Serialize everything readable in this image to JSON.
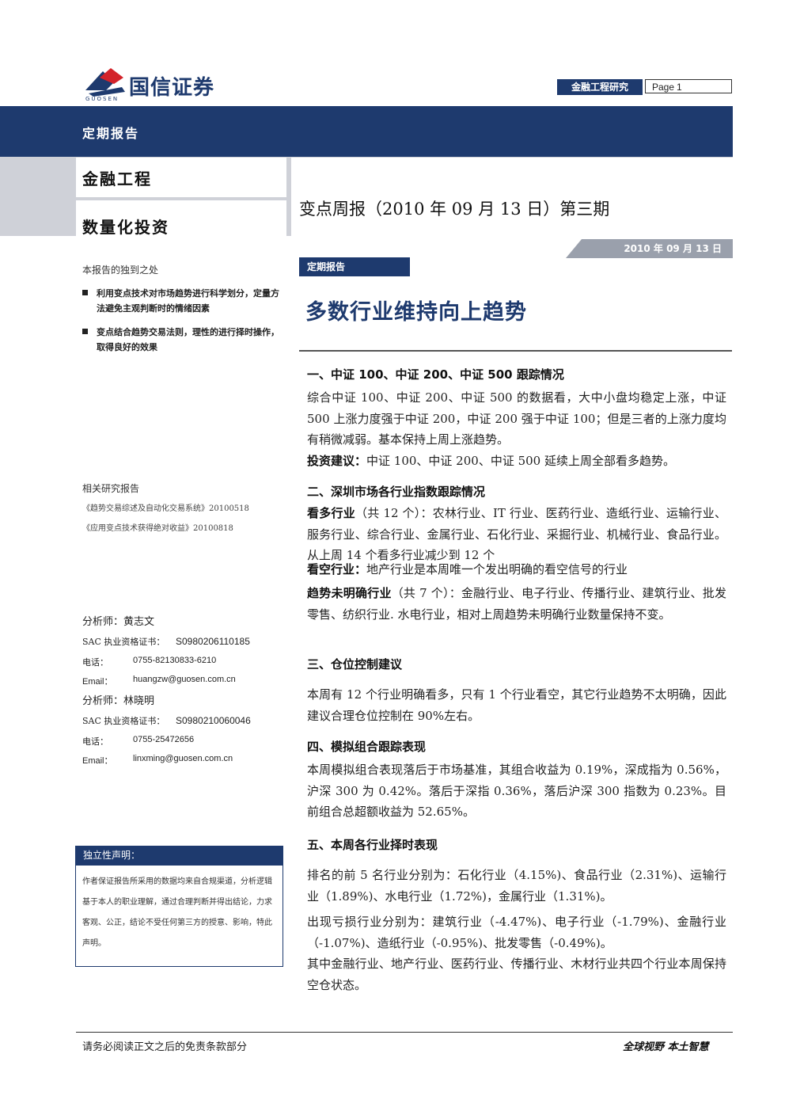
{
  "header": {
    "logo_text": "国信证券",
    "logo_sub": "GUOSEN",
    "dept": "金融工程研究",
    "page_label": "Page",
    "page_number": "1",
    "report_type": "定期报告",
    "category1": "金融工程",
    "category2": "数量化投资",
    "report_title": "变点周报（2010 年 09 月 13 日）第三期",
    "date": "2010 年 09 月 13 日"
  },
  "sidebar": {
    "unique_title": "本报告的独到之处",
    "bullets": [
      "利用变点技术对市场趋势进行科学划分，定量方法避免主观判断时的情绪因素",
      "变点结合趋势交易法则，理性的进行择时操作，取得良好的效果"
    ],
    "related_title": "相关研究报告",
    "related": [
      "《趋势交易综述及自动化交易系统》20100518",
      "《应用变点技术获得绝对收益》20100818"
    ],
    "analysts": [
      {
        "label": "分析师：",
        "name": "黄志文",
        "sac_label": "SAC 执业资格证书：",
        "sac": "S0980206110185",
        "tel_label": "电话：",
        "tel": "0755-82130833-6210",
        "email_label": "Email：",
        "email": "huangzw@guosen.com.cn"
      },
      {
        "label": "分析师：",
        "name": "林晓明",
        "sac_label": "SAC 执业资格证书：",
        "sac": "S0980210060046",
        "tel_label": "电话：",
        "tel": "0755-25472656",
        "email_label": "Email：",
        "email": "linxming@guosen.com.cn"
      }
    ],
    "independence_title": "独立性声明：",
    "independence_text": "作者保证报告所采用的数据均来自合规渠道，分析逻辑基于本人的职业理解，通过合理判断并得出结论，力求客观、公正，结论不受任何第三方的授意、影响，特此声明。"
  },
  "main": {
    "tag": "定期报告",
    "headline": "多数行业维持向上趋势",
    "s1_title": "一、中证 100、中证 200、中证 500 跟踪情况",
    "s1_p1": "综合中证 100、中证 200、中证 500 的数据看，大中小盘均稳定上涨，中证 500 上涨力度强于中证 200，中证 200 强于中证 100；但是三者的上涨力度均有稍微减弱。基本保持上周上涨趋势。",
    "s1_p2_label": "投资建议：",
    "s1_p2": "中证 100、中证 200、中证 500 延续上周全部看多趋势。",
    "s2_title": "二、深圳市场各行业指数跟踪情况",
    "s2_p1_label": "看多行业",
    "s2_p1": "（共 12 个）：农林行业、IT 行业、医药行业、造纸行业、运输行业、服务行业、综合行业、金属行业、石化行业、采掘行业、机械行业、食品行业。从上周 14 个看多行业减少到 12 个",
    "s2_p2_label": "看空行业：",
    "s2_p2": "地产行业是本周唯一个发出明确的看空信号的行业",
    "s2_p3_label": "趋势未明确行业",
    "s2_p3": "（共 7 个）：金融行业、电子行业、传播行业、建筑行业、批发零售、纺织行业. 水电行业，相对上周趋势未明确行业数量保持不变。",
    "s3_title": "三、仓位控制建议",
    "s3_p1": " 本周有 12 个行业明确看多，只有 1 个行业看空，其它行业趋势不太明确，因此建议合理仓位控制在 90%左右。",
    "s4_title": "四、模拟组合跟踪表现",
    "s4_p1": "本周模拟组合表现落后于市场基准，其组合收益为 0.19%，深成指为 0.56%，沪深 300 为 0.42%。落后于深指 0.36%，落后沪深 300 指数为 0.23%。目前组合总超额收益为 52.65%。",
    "s5_title": "五、本周各行业择时表现",
    "s5_p1": "排名的前 5 名行业分别为：石化行业（4.15%)、食品行业（2.31%)、运输行业（1.89%)、水电行业（1.72%)，金属行业（1.31%)。",
    "s5_p2": "出现亏损行业分别为：建筑行业（-4.47%)、电子行业（-1.79%)、金融行业（-1.07%)、造纸行业（-0.95%)、批发零售（-0.49%)。",
    "s5_p3": "其中金融行业、地产行业、医药行业、传播行业、木材行业共四个行业本周保持空仓状态。"
  },
  "footer": {
    "left": "请务必阅读正文之后的免责条款部分",
    "right": "全球视野   本土智慧"
  },
  "colors": {
    "navy": "#1e3a6e",
    "grey_band": "#cfd1d8",
    "date_strip": "#9aa0ac"
  }
}
